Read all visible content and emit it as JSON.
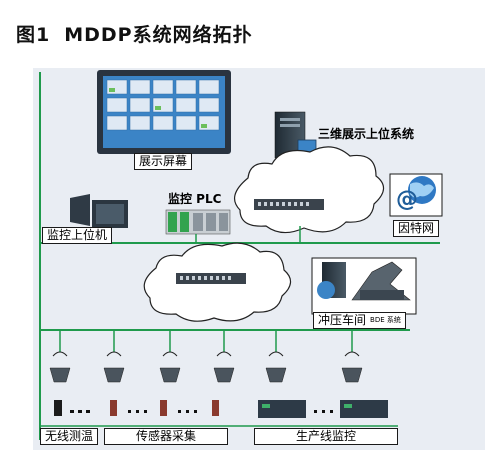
{
  "figure": {
    "number": "图1",
    "title": "MDDP系统网络拓扑"
  },
  "labels": {
    "display_screen": "展示屏幕",
    "3d_host": "三维展示上位系统",
    "monitor_plc": "监控 PLC",
    "monitor_host": "监控上位机",
    "internet": "因特网",
    "stamping": "冲压车间",
    "stamping_suffix": "BDE 系统",
    "wireless_temp": "无线测温",
    "sensor_collect": "传感器采集",
    "line_monitor": "生产线监控"
  },
  "colors": {
    "network_line": "#1f9a4c",
    "device_dark": "#2d3a47",
    "screen_blue": "#3b84c6"
  },
  "icons": [
    "monitor-icon",
    "server-icon",
    "cloud-icon",
    "switch-icon",
    "plc-icon",
    "internet-icon",
    "router-icon",
    "wireless-sensor-icon",
    "sensor-probe-icon",
    "line-unit-icon"
  ]
}
